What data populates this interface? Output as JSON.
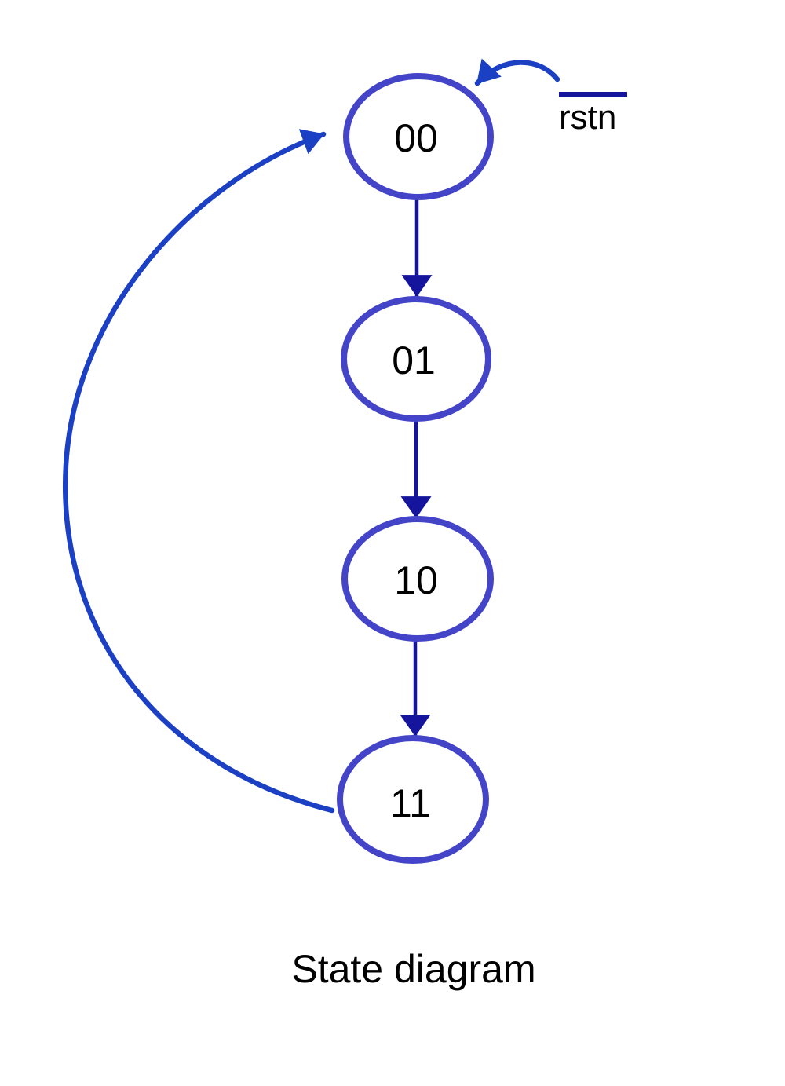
{
  "diagram": {
    "caption": "State diagram",
    "reset_label": "rstn",
    "reset_label_has_overline": true,
    "states": [
      {
        "label": "00"
      },
      {
        "label": "01"
      },
      {
        "label": "10"
      },
      {
        "label": "11"
      }
    ],
    "transitions": [
      {
        "from": "00",
        "to": "01",
        "style": "straight"
      },
      {
        "from": "01",
        "to": "10",
        "style": "straight"
      },
      {
        "from": "10",
        "to": "11",
        "style": "straight"
      },
      {
        "from": "11",
        "to": "00",
        "style": "curved"
      },
      {
        "from": "rstn",
        "to": "00",
        "style": "curved-reset"
      }
    ],
    "colors": {
      "state_outline": "#4444c8",
      "straight_arrow": "#14149c",
      "curved_arrow": "#1c40c4",
      "text": "#000000",
      "background": "#ffffff"
    }
  }
}
